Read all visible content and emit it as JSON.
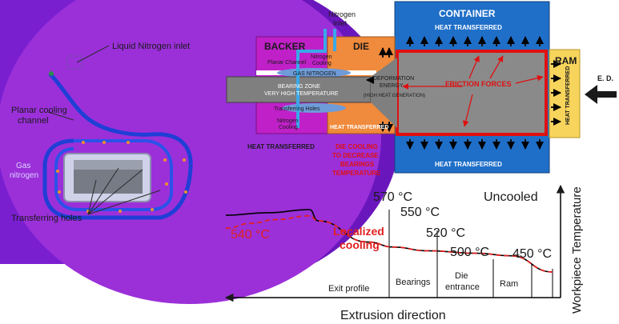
{
  "left_panel": {
    "labels": {
      "liquid_nitrogen_inlet": "Liquid Nitrogen inlet",
      "planar_cooling_channel_1": "Planar cooling",
      "planar_cooling_channel_2": "channel",
      "gas_nitrogen_1": "Gas",
      "gas_nitrogen_2": "nitrogen",
      "transferring_holes": "Transferring holes"
    },
    "colors": {
      "disk": "#8a2be2",
      "disk_face": "#9b30d9",
      "channel": "#1f3fd6"
    }
  },
  "schematic": {
    "backer": "BACKER",
    "die": "DIE",
    "nitrogen_inlet_1": "Nitrogen",
    "nitrogen_inlet_2": "Inlet",
    "container": "CONTAINER",
    "ram": "RAM",
    "ram_heat_transferred": "HEAT TRANSFERRED",
    "heat_transferred_top": "HEAT TRANSFERRED",
    "heat_transferred_bottom": "HEAT TRANSFERRED",
    "heat_transferred_left": "HEAT TRANSFERRED",
    "die_heat_transferred": "HEAT TRANSFERRED",
    "planar_channel": "Planar Channel",
    "nitrogen_cooling_top_1": "Nitrogen",
    "nitrogen_cooling_top_2": "Cooling",
    "nitrogen_cooling_bottom_1": "Nitrogen",
    "nitrogen_cooling_bottom_2": "Cooling",
    "gas_nitrogen": "GAS NITROGEN",
    "bearing_zone_1": "BEARING ZONE",
    "bearing_zone_2": "VERY HIGH TEMPERATURE",
    "transferring_holes": "Transferring Holes",
    "deformation_1": "DEFORMATION",
    "deformation_2": "ENERGY",
    "deformation_3": "(HIGH HEAT GENERATION)",
    "friction_forces": "FRICTION FORCES",
    "ed": "E. D.",
    "die_cooling_1": "DIE COOLING",
    "die_cooling_2": "TO DECREASE",
    "die_cooling_3": "BEARINGS",
    "die_cooling_4": "TEMPERATURE",
    "colors": {
      "backer": "#c020c8",
      "die": "#f08a3c",
      "container": "#1f6fc8",
      "ram": "#f7d45c",
      "billet": "#7f7f7f",
      "friction": "#e01010"
    }
  },
  "chart_data": {
    "type": "line",
    "title": "",
    "xlabel": "Extrusion direction",
    "ylabel": "Workpiece Temperature",
    "zones": [
      "Exit profile",
      "Bearings",
      "Die entrance",
      "Ram"
    ],
    "series": [
      {
        "name": "Uncooled",
        "x": [
          0,
          0.5,
          1,
          1.1,
          1.7,
          2,
          2.4,
          3.0,
          3.4,
          3.9
        ],
        "y": [
          561,
          565,
          570,
          552,
          518,
          510,
          504,
          500,
          496,
          470
        ],
        "color": "#000000",
        "style": "solid"
      },
      {
        "name": "",
        "x": [
          0,
          0.3,
          0.6,
          1.0,
          1.1,
          1.7,
          2,
          2.4,
          3.0,
          3.4,
          3.9
        ],
        "y": [
          540,
          548,
          554,
          560,
          552,
          518,
          510,
          504,
          500,
          496,
          470
        ],
        "color": "#e02020",
        "style": "dashed"
      }
    ],
    "annotations": [
      "570 °C",
      "550 °C",
      "520 °C",
      "500 °C",
      "450 °C",
      "540 °C",
      "Localized",
      "cooling",
      "Uncooled"
    ]
  }
}
